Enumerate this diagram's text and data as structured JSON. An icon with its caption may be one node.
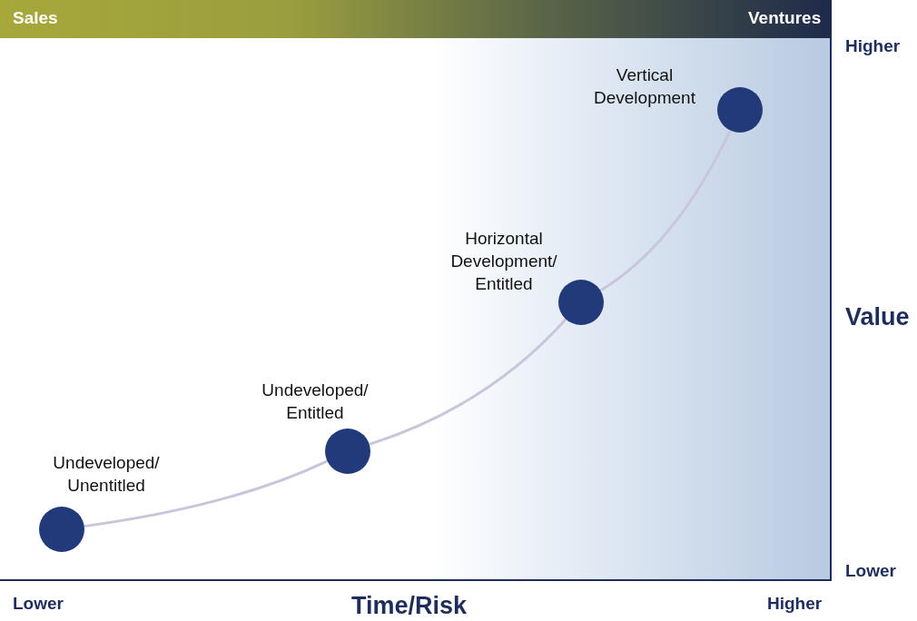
{
  "diagram": {
    "nodes": [
      {
        "text": [],
        "shape": "circle",
        "beside": [
          "Undeveloped/ Unentitled"
        ]
      },
      {
        "text": [],
        "shape": "circle",
        "beside": [
          "Undeveloped/ Entitled"
        ]
      },
      {
        "text": [],
        "shape": "circle",
        "beside": [
          "Horizontal Development/ Entitled"
        ]
      },
      {
        "text": [],
        "shape": "circle",
        "beside": [
          "Vertical Development"
        ]
      }
    ],
    "edges": [
      {
        "from": 0,
        "to": 1,
        "arrow": "none"
      },
      {
        "from": 1,
        "to": 2,
        "arrow": "none"
      },
      {
        "from": 2,
        "to": 3,
        "arrow": "none"
      }
    ],
    "labels": [
      "Sales",
      "Ventures",
      "Higher",
      "Value",
      "Lower",
      "Lower",
      "Time/Risk",
      "Higher"
    ]
  }
}
